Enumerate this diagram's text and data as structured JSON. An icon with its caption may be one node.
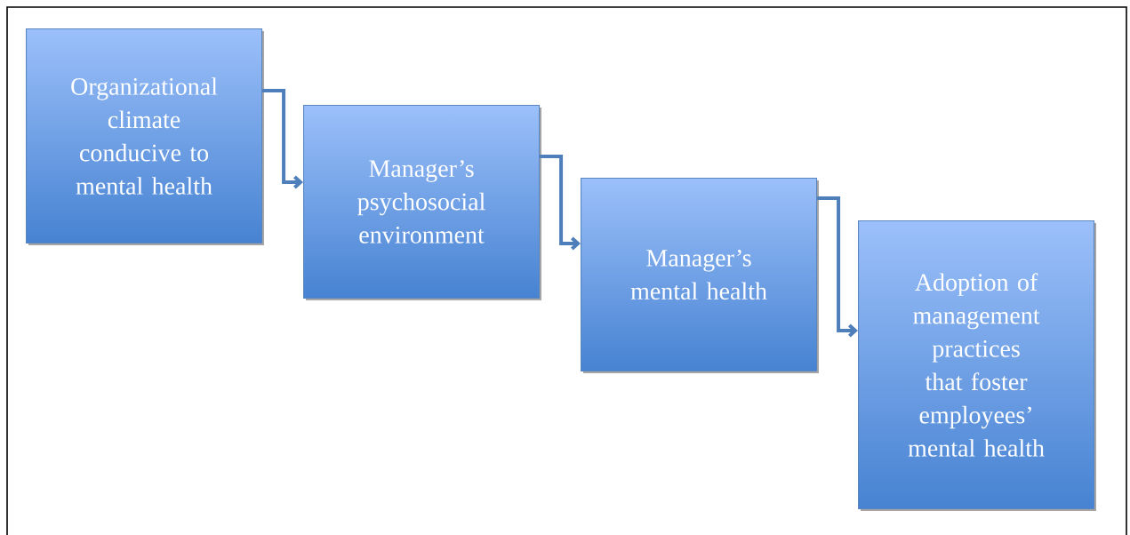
{
  "diagram": {
    "nodes": [
      {
        "text": [
          "Organizational climate conducive to mental health"
        ]
      },
      {
        "text": [
          "Manager’s psychosocial environment"
        ]
      },
      {
        "text": [
          "Manager’s mental health"
        ]
      },
      {
        "text": [
          "Adoption of management practices that foster employees’ mental health"
        ]
      }
    ],
    "edges": [
      {
        "from": 0,
        "to": 1,
        "arrow": "to"
      },
      {
        "from": 1,
        "to": 2,
        "arrow": "to"
      },
      {
        "from": 2,
        "to": 3,
        "arrow": "to"
      }
    ]
  }
}
